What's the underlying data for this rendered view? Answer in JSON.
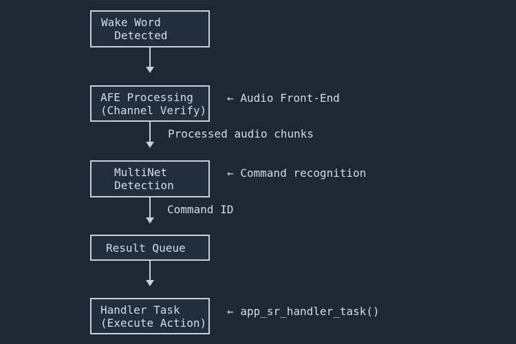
{
  "diagram": {
    "colors": {
      "background": "#1e2732",
      "node_fill": "#232e3c",
      "node_border": "#c7d1df",
      "text": "#d3dce7"
    },
    "nodes": [
      {
        "id": "wake-word",
        "lines": [
          "Wake Word",
          "  Detected"
        ]
      },
      {
        "id": "afe",
        "lines": [
          "AFE Processing",
          "(Channel Verify)"
        ],
        "annotation": "← Audio Front-End"
      },
      {
        "id": "multinet",
        "lines": [
          "MultiNet",
          "Detection"
        ],
        "annotation": "← Command recognition"
      },
      {
        "id": "result-queue",
        "lines": [
          "Result Queue"
        ]
      },
      {
        "id": "handler-task",
        "lines": [
          "Handler Task",
          "(Execute Action)"
        ],
        "annotation": "← app_sr_handler_task()"
      }
    ],
    "edges": [
      {
        "from": "wake-word",
        "to": "afe",
        "label": ""
      },
      {
        "from": "afe",
        "to": "multinet",
        "label": "Processed audio chunks"
      },
      {
        "from": "multinet",
        "to": "result-queue",
        "label": "Command ID"
      },
      {
        "from": "result-queue",
        "to": "handler-task",
        "label": ""
      }
    ]
  }
}
